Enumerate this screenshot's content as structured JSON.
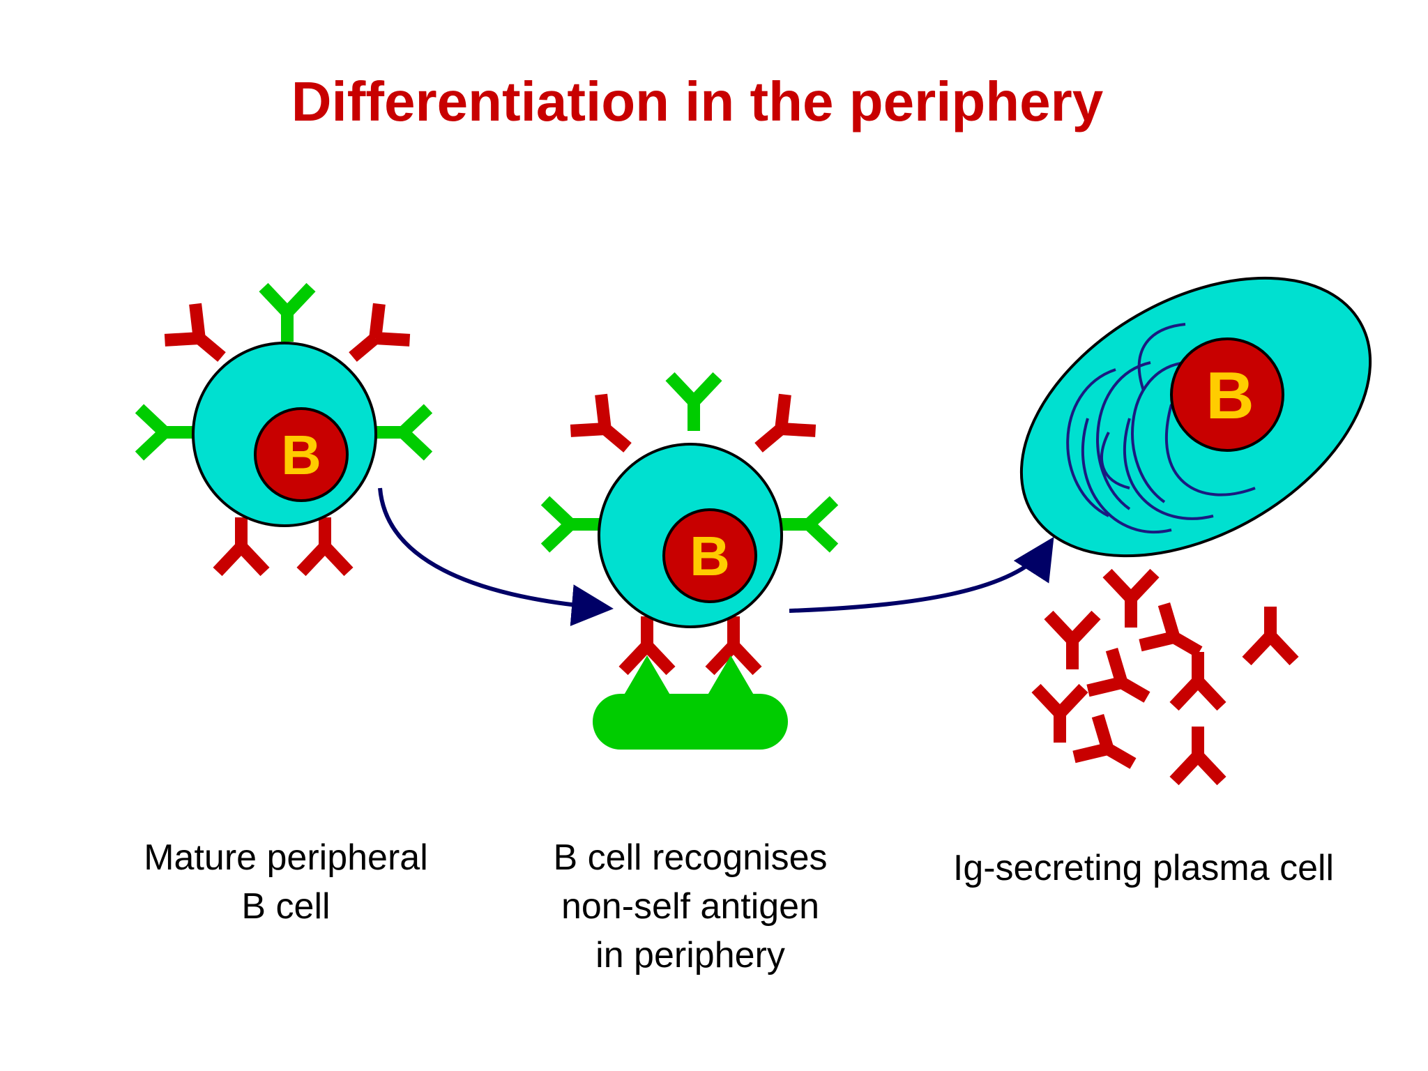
{
  "title": "Differentiation in the periphery",
  "cells": [
    {
      "nucleus_label": "B"
    },
    {
      "nucleus_label": "B"
    },
    {
      "nucleus_label": "B"
    }
  ],
  "captions": [
    {
      "lines": [
        "Mature peripheral",
        "B cell"
      ]
    },
    {
      "lines": [
        "B cell recognises",
        "non-self antigen",
        "in periphery"
      ]
    },
    {
      "lines": [
        "Ig-secreting plasma cell"
      ]
    }
  ],
  "colors": {
    "title": "#c80000",
    "cell_body": "#00e0d0",
    "nucleus": "#c80000",
    "nucleus_label": "#ffcc00",
    "antibody_red": "#c80000",
    "antibody_green": "#00cc00",
    "antigen": "#00cc00",
    "arrow": "#000066",
    "er_lines": "#1a1a80"
  },
  "icons": [
    "antibody-y-icon",
    "arrow-icon",
    "antigen-icon"
  ]
}
